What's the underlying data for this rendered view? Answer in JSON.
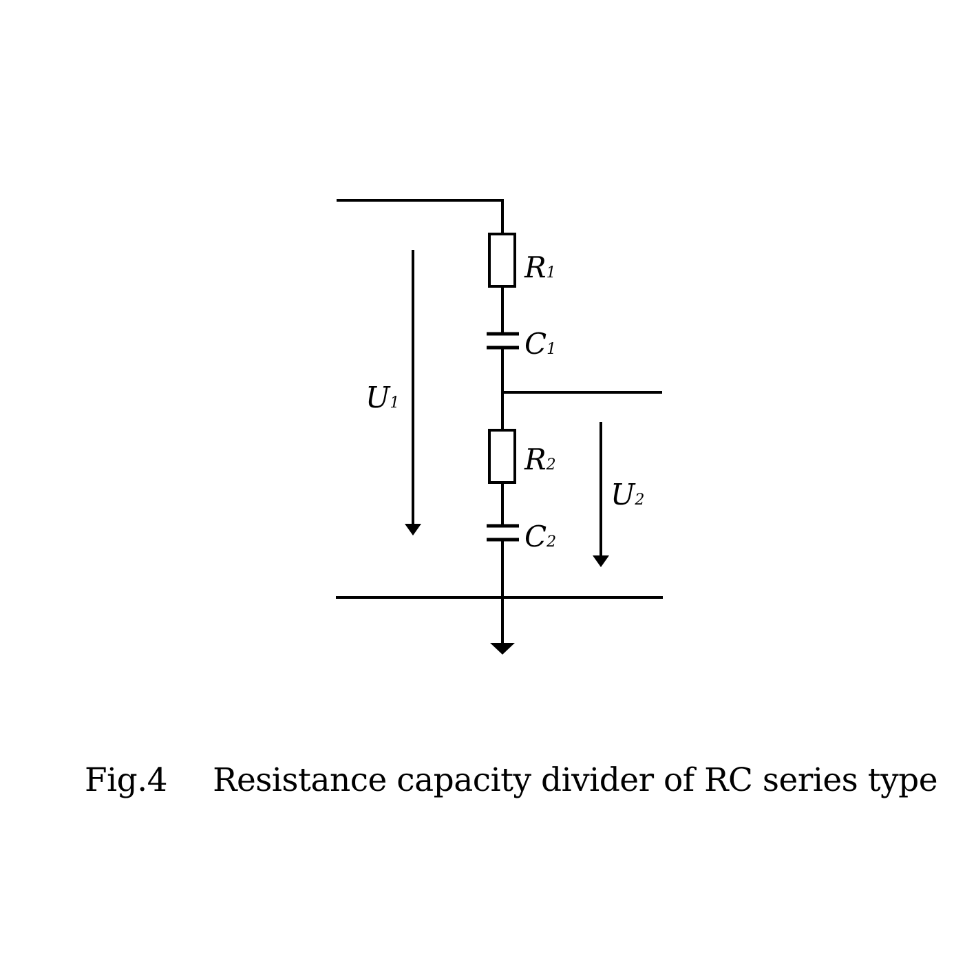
{
  "figure": {
    "number": "Fig.4",
    "title": "Resistance capacity divider of RC series type"
  },
  "components": {
    "R1": {
      "symbol": "R",
      "sub": "1",
      "type": "resistor"
    },
    "C1": {
      "symbol": "C",
      "sub": "1",
      "type": "capacitor"
    },
    "R2": {
      "symbol": "R",
      "sub": "2",
      "type": "resistor"
    },
    "C2": {
      "symbol": "C",
      "sub": "2",
      "type": "capacitor"
    }
  },
  "voltages": {
    "U1": {
      "symbol": "U",
      "sub": "1",
      "description": "input voltage across full divider"
    },
    "U2": {
      "symbol": "U",
      "sub": "2",
      "description": "output voltage across low-voltage arm"
    }
  },
  "colors": {
    "line": "#000000",
    "background": "#ffffff"
  }
}
